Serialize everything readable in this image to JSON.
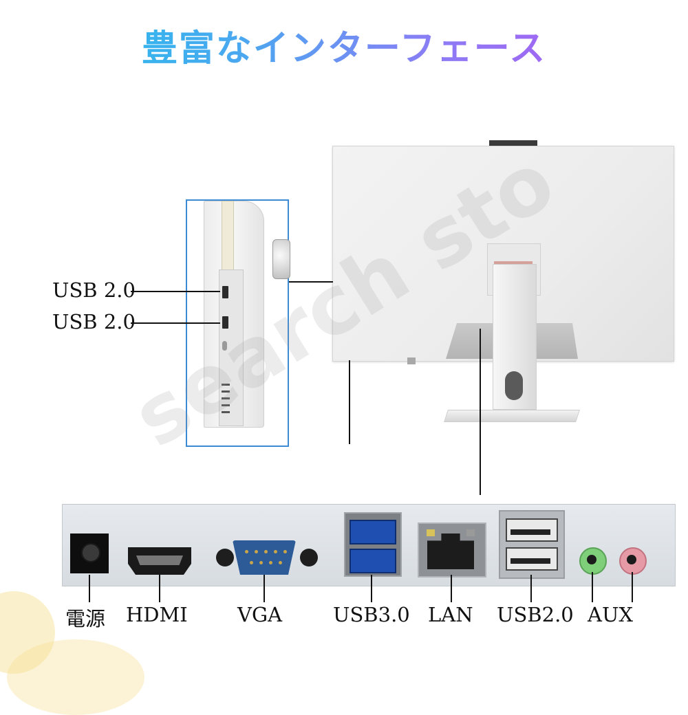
{
  "title": "豊富なインターフェース",
  "watermark": "search sto",
  "side_labels": [
    "USB 2.0",
    "USB 2.0"
  ],
  "ports": {
    "power": "電源",
    "hdmi": "HDMI",
    "vga": "VGA",
    "usb3": "USB3.0",
    "lan": "LAN",
    "usb2": "USB2.0",
    "aux": "AUX"
  },
  "colors": {
    "title_gradient": [
      "#1cc3e9",
      "#8f7af5",
      "#b44ff0"
    ],
    "frame_border": "#3a8ad6",
    "usb3_blue": "#1f4fb0",
    "vga_blue": "#2c5b98",
    "aux_green": "#7fce7a",
    "aux_pink": "#e59aa6"
  }
}
